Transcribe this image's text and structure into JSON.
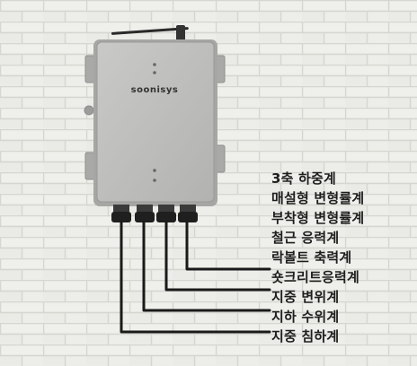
{
  "device": {
    "brand": "soonisys"
  },
  "sensors": [
    "3축 하중계",
    "매설형 변형률계",
    "부착형 변형률계",
    "철근 응력계",
    "락볼트 축력계",
    "숏크리트응력계",
    "지중 변위계",
    "지하 수위계",
    "지중 침하계"
  ],
  "colors": {
    "wall": "#ebebe7",
    "mortar": "#d9d9d4",
    "enclosure": "#bdbdbb",
    "cable": "#1a1a1a",
    "text": "#1e1e1e"
  }
}
